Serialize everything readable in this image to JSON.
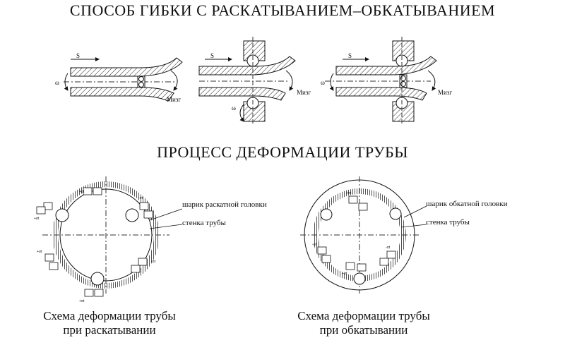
{
  "titles": {
    "top": "СПОСОБ ГИБКИ С РАСКАТЫВАНИЕМ–ОБКАТЫВАНИЕМ",
    "middle": "ПРОЦЕСС ДЕФОРМАЦИИ ТРУБЫ"
  },
  "symbols": {
    "feed": "S",
    "omega": "ω",
    "moment": "Mизг",
    "sigma_plus": "+σt",
    "sigma_minus": "-σt"
  },
  "left_scheme": {
    "label_ball": "шарик раскатной головки",
    "label_wall": "стенка трубы",
    "caption_line1": "Схема деформации трубы",
    "caption_line2": "при раскатывании"
  },
  "right_scheme": {
    "label_ball": "шарик обкатной головки",
    "label_wall": "стенка трубы",
    "caption_line1": "Схема деформации трубы",
    "caption_line2": "при обкатывании"
  }
}
